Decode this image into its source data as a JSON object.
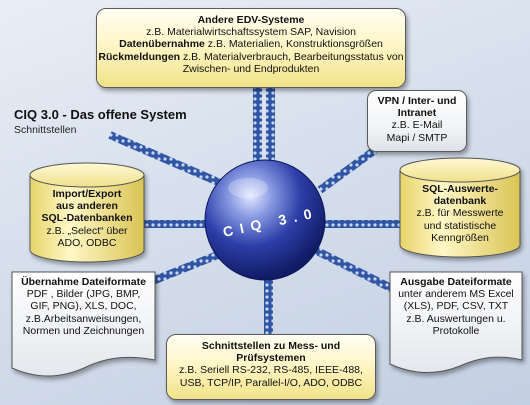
{
  "title": "CIQ 3.0 - Das offene System",
  "subtitle": "Schnittstellen",
  "center": {
    "label": "CIQ 3.0"
  },
  "top_box": {
    "heading": "Andere EDV-Systeme",
    "line1": "z.B. Materialwirtschaftssystem SAP, Navision",
    "line2_bold": "Datenübernahme",
    "line2_rest": " z.B. Materialien, Konstruktionsgrößen",
    "line3_bold": "Rückmeldungen",
    "line3_rest": " z.B. Materialverbrauch, Bearbeitungsstatus von",
    "line4": "Zwischen- und Endprodukten"
  },
  "vpn_box": {
    "heading1": "VPN / Inter- und",
    "heading2": "Intranet",
    "line1": "z.B. E-Mail",
    "line2": "Mapi / SMTP"
  },
  "left_db": {
    "heading1": "Import/Export",
    "heading2": "aus anderen",
    "heading3": "SQL-Datenbanken",
    "line1": "z.B. „Select“ über",
    "line2": "ADO, ODBC"
  },
  "right_db": {
    "heading1": "SQL-Auswerte-",
    "heading2": "datenbank",
    "line1": "z.B. für Messwerte",
    "line2": "und statistische",
    "line3": "Kenngrößen"
  },
  "left_doc": {
    "heading": "Übernahme Dateiformate",
    "line1": "PDF , Bilder (JPG, BMP,",
    "line2": "GIF, PNG), XLS, DOC,",
    "line3": "z.B.Arbeitsanweisungen,",
    "line4": "Normen und Zeichnungen"
  },
  "right_doc": {
    "heading": "Ausgabe Dateiformate",
    "line1": "unter anderem MS Excel",
    "line2": "(XLS), PDF, CSV, TXT",
    "line3": "z.B. Auswertungen u.",
    "line4": "Protokolle"
  },
  "bottom_box": {
    "heading1": "Schnittstellen zu Mess- und",
    "heading2": "Prüfsystemen",
    "line1": "z.B. Seriell RS-232, RS-485, IEEE-488,",
    "line2": "USB, TCP/IP, Parallel-I/O, ADO, ODBC"
  },
  "colors": {
    "connector": "#3a5fa8",
    "sphere_dark": "#1b2a8c",
    "sphere_light": "#a9b8ee",
    "box_fill": "#fff6c8"
  }
}
